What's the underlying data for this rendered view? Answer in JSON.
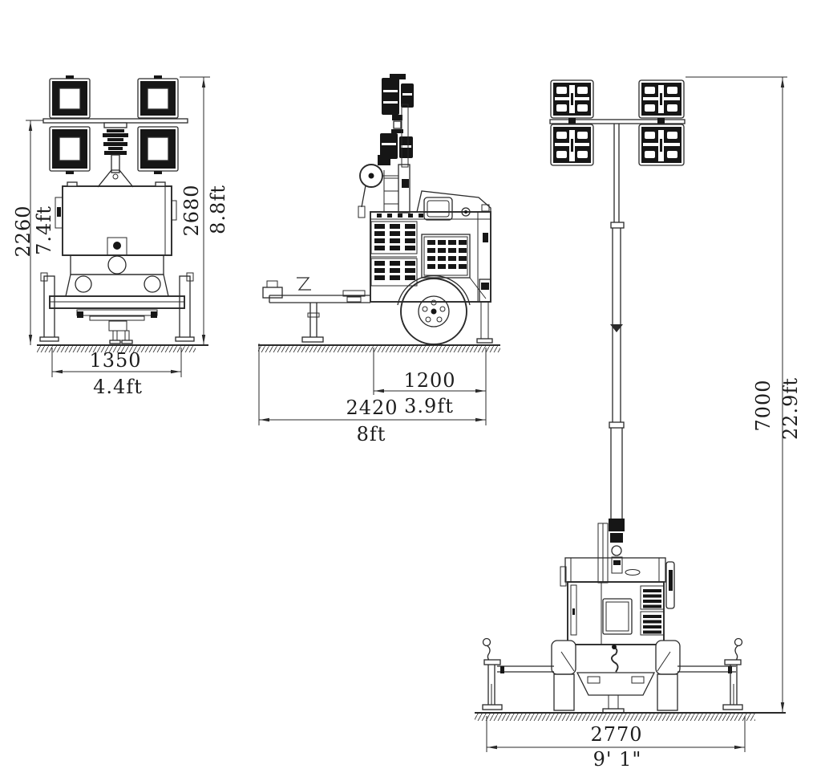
{
  "drawing": {
    "type": "technical-three-view",
    "subject": "trailer-mounted mobile light tower dimensional drawing",
    "colors": {
      "line": "#2a2a2a",
      "fixture_fill": "#161616",
      "background": "#ffffff"
    },
    "views": {
      "front_retracted": {
        "name": "front view, mast retracted"
      },
      "side": {
        "name": "side view"
      },
      "rear_extended": {
        "name": "rear view, mast extended, outriggers deployed"
      }
    },
    "dimensions": {
      "front_view": {
        "mast_height_mm": "2260",
        "mast_height_ft": "7.4ft",
        "overall_height_mm": "2680",
        "overall_height_ft": "8.8ft",
        "width_mm": "1350",
        "width_ft": "4.4ft"
      },
      "side_view": {
        "body_length_mm": "1200",
        "body_length_ft": "3.9ft",
        "overall_length_mm": "2420",
        "overall_length_ft": "8ft"
      },
      "extended_view": {
        "extended_height_mm": "7000",
        "extended_height_ft": "22.9ft",
        "outrigger_span_mm": "2770",
        "outrigger_span_ftin": "9' 1\""
      }
    }
  }
}
